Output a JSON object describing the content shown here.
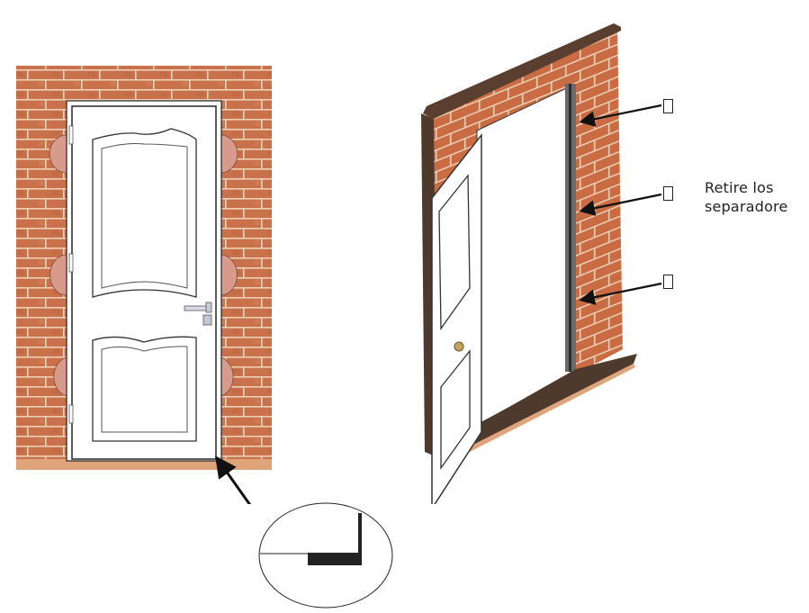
{
  "figure": {
    "left_panel": {
      "name": "front-view-door-installed",
      "wall_color": "#c9714a",
      "mortar_color": "#e9c7a8",
      "floor_color": "#e0a47a",
      "anchor_pad_color": "#d89a8a"
    },
    "zoom_detail": {
      "name": "threshold-gap-detail",
      "fill_color": "#222222"
    },
    "right_panel": {
      "name": "perspective-view-frame-open-door",
      "wall_top_color": "#5a3e30",
      "sill_color": "#4e3a2c",
      "sill_edge_color": "#e0a47a"
    },
    "callouts": [
      {
        "id": "1",
        "label": ""
      },
      {
        "id": "2",
        "label": ""
      },
      {
        "id": "3",
        "label": ""
      }
    ],
    "instruction": {
      "line1": "Retire los",
      "line2": "separadore"
    }
  }
}
